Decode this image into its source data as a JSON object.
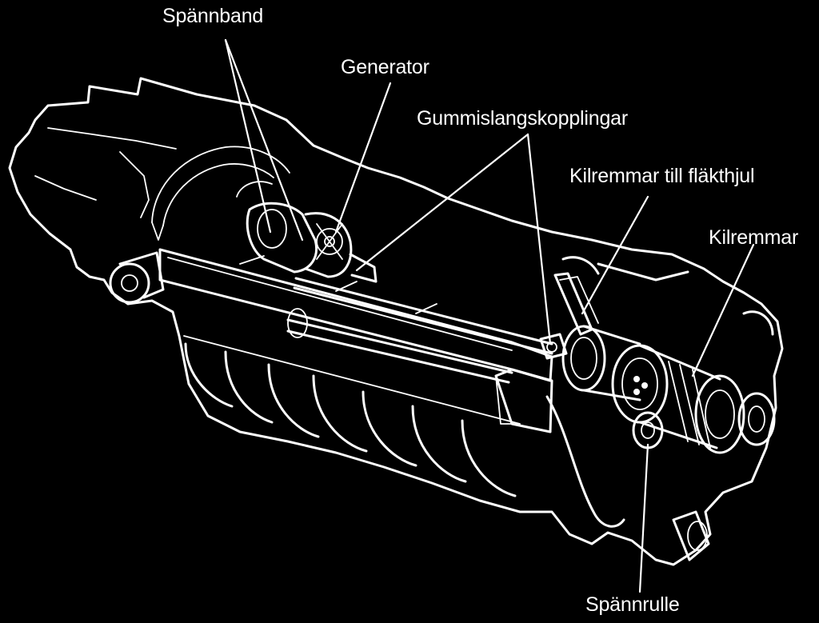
{
  "labels": {
    "spannband": "Spännband",
    "generator": "Generator",
    "gummislang": "Gummislangskopplingar",
    "kilremmar_flakthjul": "Kilremmar till fläkthjul",
    "kilremmar": "Kilremmar",
    "spannrulle": "Spännrulle"
  }
}
